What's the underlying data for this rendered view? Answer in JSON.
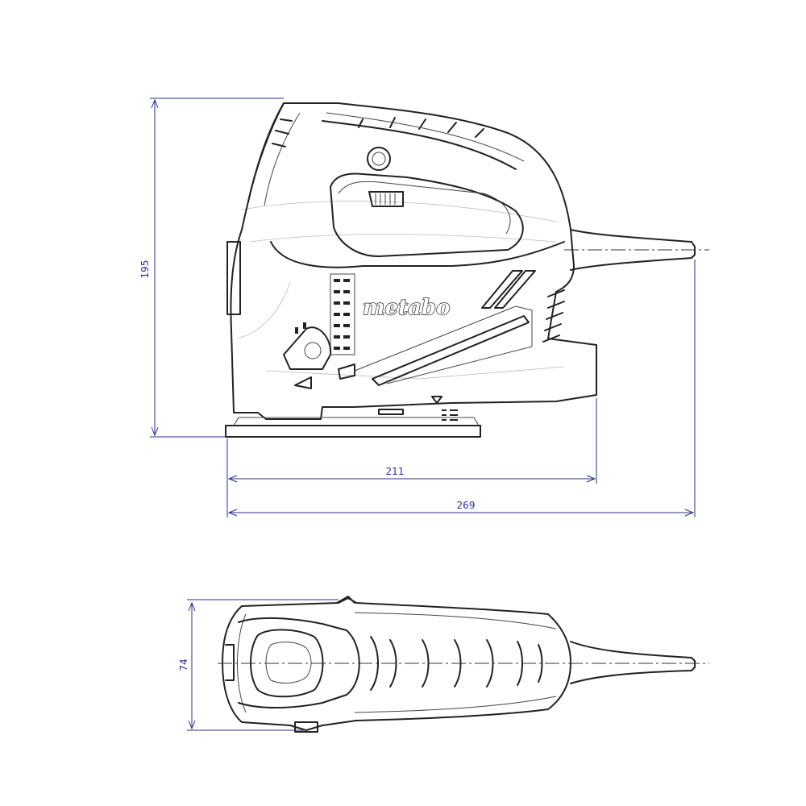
{
  "side_view": {
    "height_label": "195",
    "length_inner_label": "211",
    "length_overall_label": "269",
    "brand": "metabo"
  },
  "top_view": {
    "width_label": "74"
  },
  "colors": {
    "dimension": "#2b2f8a",
    "outline": "#222222"
  }
}
